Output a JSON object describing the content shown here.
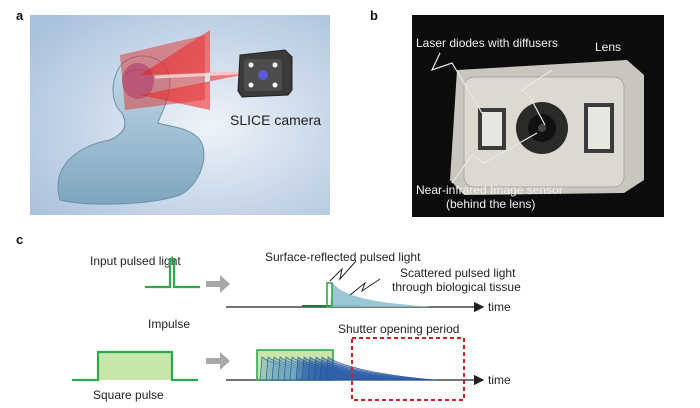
{
  "panels": {
    "a": {
      "label": "a",
      "camera_label": "SLICE camera"
    },
    "b": {
      "label": "b",
      "annotations": {
        "laser": "Laser diodes with diffusers",
        "lens": "Lens",
        "sensor_line1": "Near-infrared Image sensor",
        "sensor_line2": "(behind the lens)"
      }
    },
    "c": {
      "label": "c",
      "input_title": "Input pulsed light",
      "impulse_label": "Impulse",
      "square_label": "Square pulse",
      "surface_reflected": "Surface-reflected pulsed light",
      "scattered_line1": "Scattered pulsed light",
      "scattered_line2": "through biological tissue",
      "shutter": "Shutter opening period",
      "time_axis_top": "time",
      "time_axis_bottom": "time"
    }
  },
  "colors": {
    "pulse_green": "#2fa84f",
    "pulse_fill": "#c8e6a8",
    "scatter_fill": "#8fc1cf",
    "scatter_dark": "#1f4f9a",
    "shutter_red": "#d62020",
    "arrow_gray": "#a8a8a8",
    "panel_a_bg": "#b9cde2",
    "panel_b_bg": "#0c0c0c"
  }
}
